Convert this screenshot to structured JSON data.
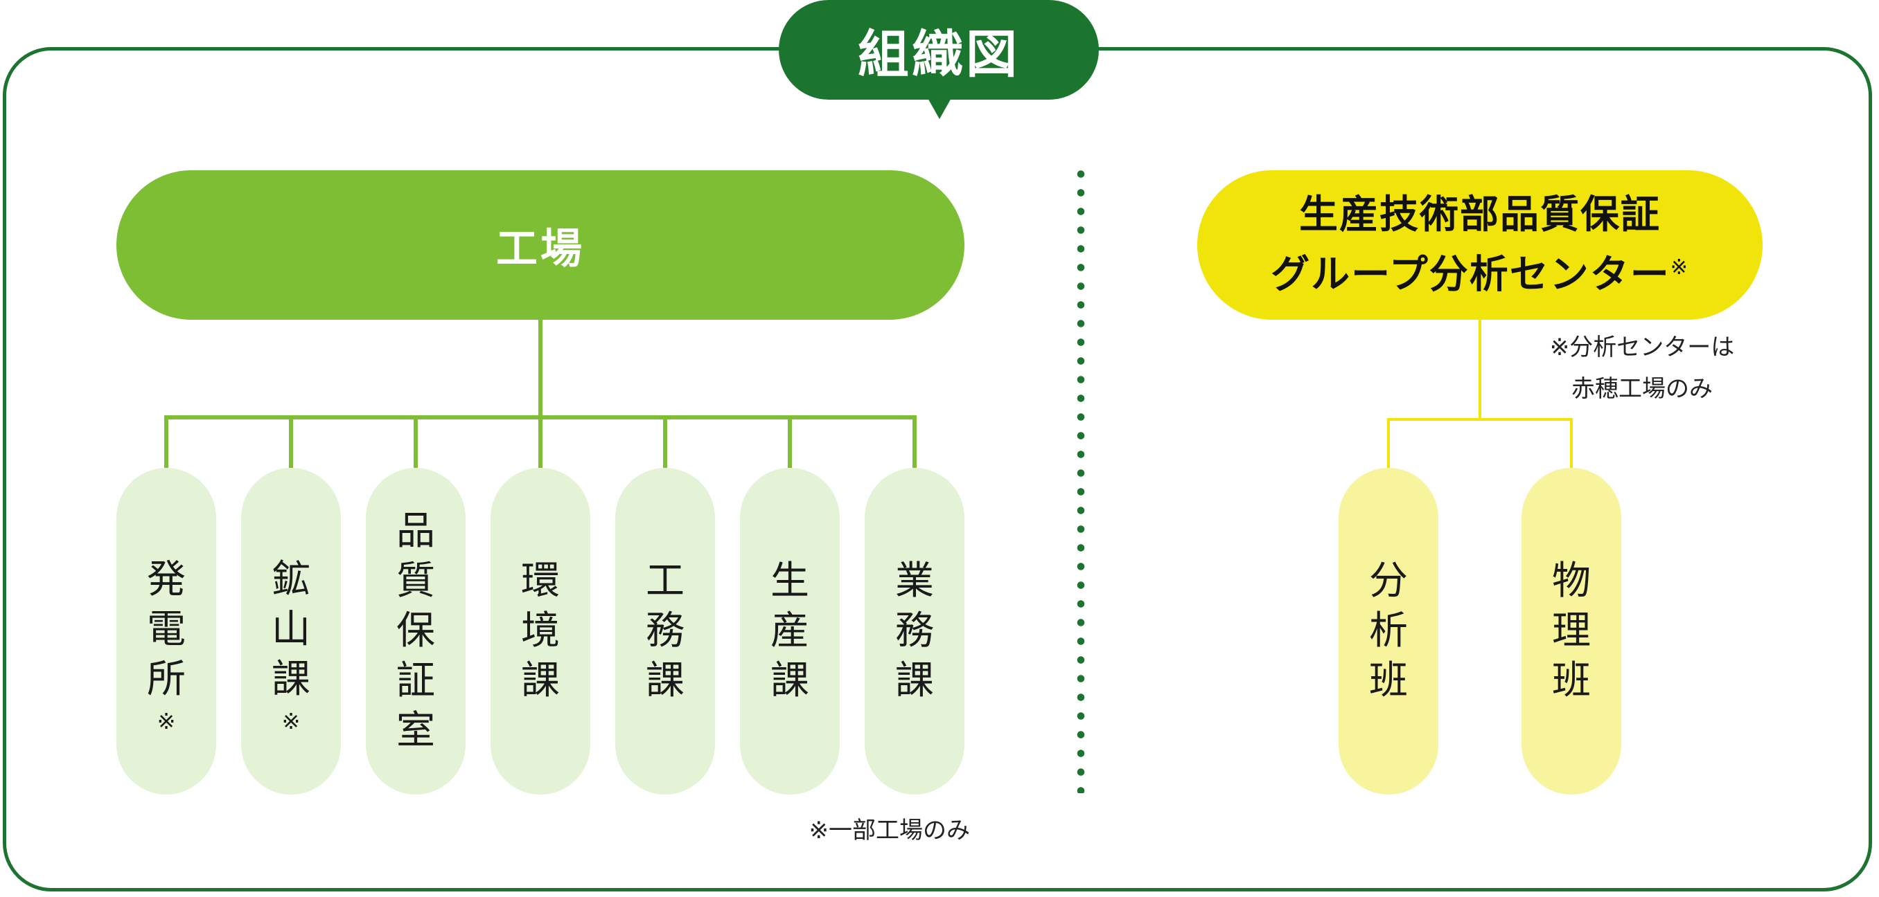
{
  "title": "組織図",
  "factory": {
    "label": "工場",
    "departments": [
      {
        "label": "発電所",
        "mark": "※"
      },
      {
        "label": "鉱山課",
        "mark": "※"
      },
      {
        "label": "品質保証室",
        "mark": ""
      },
      {
        "label": "環境課",
        "mark": ""
      },
      {
        "label": "工務課",
        "mark": ""
      },
      {
        "label": "生産課",
        "mark": ""
      },
      {
        "label": "業務課",
        "mark": ""
      }
    ],
    "footnote": "※一部工場のみ"
  },
  "center": {
    "line1": "生産技術部品質保証",
    "line2": "グループ分析センター",
    "mark": "※",
    "note_line1": "※分析センターは",
    "note_line2": "赤穂工場のみ",
    "teams": [
      "分析班",
      "物理班"
    ]
  },
  "colors": {
    "frame": "#1c7430",
    "title_bg": "#1b752e",
    "factory": "#7dbe35",
    "department_bg": "#e4f2d6",
    "center": "#f0e40a",
    "team_bg": "#f8f49e"
  }
}
